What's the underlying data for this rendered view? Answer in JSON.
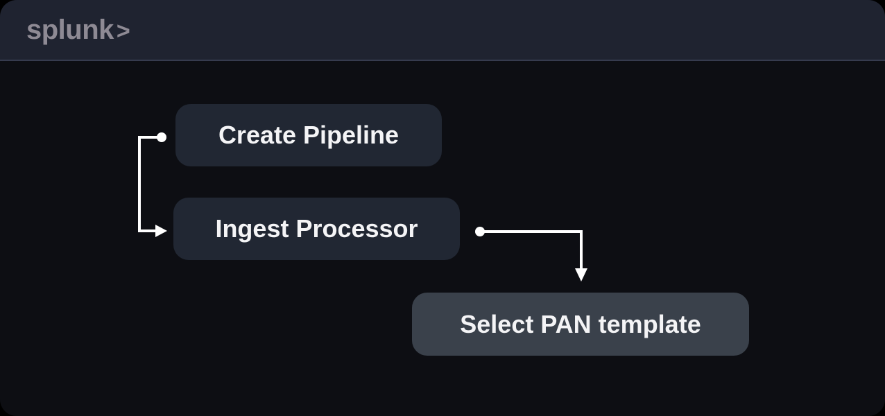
{
  "header": {
    "logo_text": "splunk",
    "logo_chevron": ">"
  },
  "diagram": {
    "nodes": [
      {
        "id": "create-pipeline",
        "label": "Create Pipeline",
        "style": "dark"
      },
      {
        "id": "ingest-processor",
        "label": "Ingest Processor",
        "style": "dark"
      },
      {
        "id": "select-pan-template",
        "label": "Select PAN template",
        "style": "light"
      }
    ],
    "edges": [
      {
        "from": "create-pipeline",
        "to": "ingest-processor"
      },
      {
        "from": "ingest-processor",
        "to": "select-pan-template"
      }
    ]
  },
  "colors": {
    "outer_background": "#000000",
    "header_background": "#1f2330",
    "body_background": "#0d0e13",
    "header_divider": "#363b4e",
    "logo_text": "#8e8a94",
    "node_dark_background": "#212733",
    "node_light_background": "#3a414b",
    "node_text": "#f4f4f6",
    "connector": "#ffffff"
  }
}
